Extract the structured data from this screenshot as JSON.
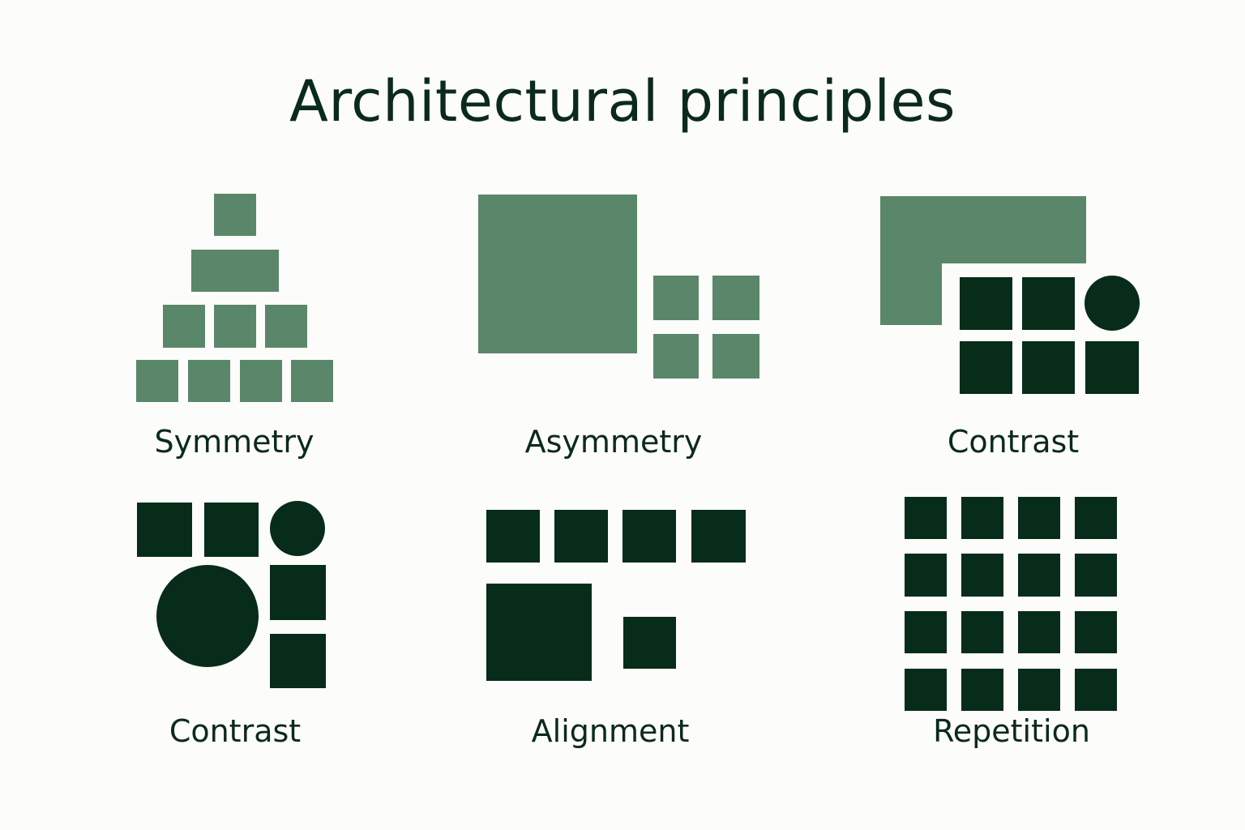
{
  "title": "Architectural principles",
  "colors": {
    "background": "#fcfcfa",
    "light_green": "#5a8769",
    "dark_green": "#072c19",
    "text": "#0b2a1b"
  },
  "tiles": [
    {
      "label": "Symmetry"
    },
    {
      "label": "Asymmetry"
    },
    {
      "label": "Contrast"
    },
    {
      "label": "Contrast"
    },
    {
      "label": "Alignment"
    },
    {
      "label": "Repetition"
    }
  ]
}
